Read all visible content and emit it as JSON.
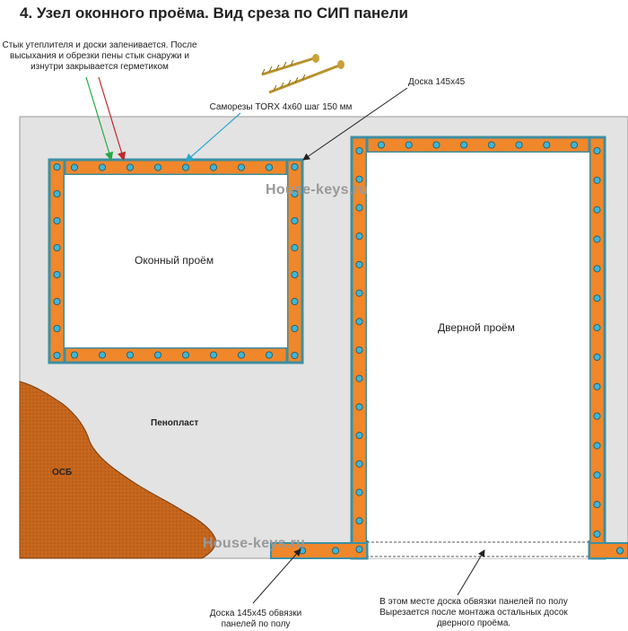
{
  "title": "4. Узел оконного проёма. Вид среза по СИП панели",
  "notes": {
    "foam_joint_line1": "Стык утеплителя и доски запенивается. После",
    "foam_joint_line2": "высыхания и обрезки пены стык снаружи и",
    "foam_joint_line3": "изнутри закрывается герметиком",
    "screws": "Саморезы TORX 4х60 шаг 150 мм",
    "board": "Доска 145х45",
    "floor_board_line1": "Доска 145х45 обвязки",
    "floor_board_line2": "панелей по полу",
    "cut_line1": "В этом месте доска обвязки панелей по полу",
    "cut_line2": "Вырезается после монтажа остальных досок",
    "cut_line3": "дверного проёма."
  },
  "labels": {
    "window": "Оконный проём",
    "door": "Дверной проём",
    "foam": "Пенопласт",
    "osb": "ОСБ"
  },
  "watermarks": [
    "House-keys.ru",
    "House-keys.ru"
  ],
  "colors": {
    "board_fill": "#f0872a",
    "board_edge": "#3d8fa2",
    "screw_fill": "#3fb6d6",
    "panel": "#e3e3e3",
    "osb": "#c5651c",
    "arrow_green": "#22aa44",
    "arrow_red": "#c0282a",
    "arrow_cyan": "#2aa6cc"
  }
}
